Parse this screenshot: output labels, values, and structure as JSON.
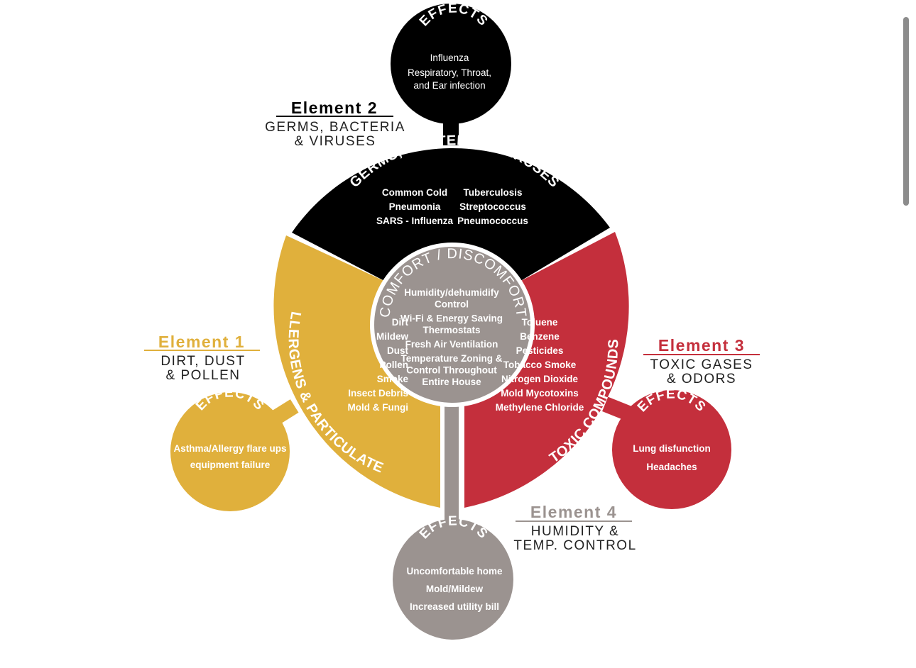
{
  "colors": {
    "black": "#000000",
    "yellow": "#e0b03c",
    "red": "#c42f3c",
    "gray": "#9b9390",
    "white": "#ffffff",
    "text_dark": "#222222"
  },
  "center": {
    "title": "COMFORT / DISCOMFORT",
    "items": [
      [
        "Humidity/dehumidify",
        "Control"
      ],
      [
        "Wi-Fi & Energy Saving",
        "Thermostats"
      ],
      [
        "Fresh Air Ventilation"
      ],
      [
        "Temperature Zoning &",
        "Control Throughout",
        "Entire House"
      ]
    ]
  },
  "germs": {
    "arc_title": "GERMS, BACTERIA & VIRUSES",
    "col1": [
      "Common Cold",
      "Pneumonia",
      "SARS - Influenza"
    ],
    "col2": [
      "Tuberculosis",
      "Streptococcus",
      "Pneumococcus"
    ],
    "element_title": "Element 2",
    "element_sub": [
      "GERMS, BACTERIA",
      "& VIRUSES"
    ],
    "effects_title": "EFFECTS",
    "effects": [
      [
        "Influenza"
      ],
      [
        "Respiratory, Throat,",
        "and Ear infection"
      ]
    ]
  },
  "allergens": {
    "arc_title": "ALLERGENS & PARTICULATES",
    "items": [
      "Dirt",
      "Mildew",
      "Dust",
      "Pollen",
      "Smoke",
      "Insect Debris",
      "Mold & Fungi"
    ],
    "element_title": "Element 1",
    "element_sub": [
      "DIRT, DUST",
      "& POLLEN"
    ],
    "effects_title": "EFFECTS",
    "effects": [
      "Asthma/Allergy flare ups",
      "equipment failure"
    ]
  },
  "toxic": {
    "arc_title": "TOXIC COMPOUNDS",
    "items": [
      "Toluene",
      "Benzene",
      "Pesticides",
      "Tobacco Smoke",
      "Nitrogen Dioxide",
      "Mold Mycotoxins",
      "Methylene Chloride"
    ],
    "element_title": "Element 3",
    "element_sub": [
      "TOXIC GASES",
      "& ODORS"
    ],
    "effects_title": "EFFECTS",
    "effects": [
      "Lung disfunction",
      "Headaches"
    ]
  },
  "humidity": {
    "element_title": "Element 4",
    "element_sub": [
      "HUMIDITY &",
      "TEMP. CONTROL"
    ],
    "effects_title": "EFFECTS",
    "effects": [
      "Uncomfortable home",
      "Mold/Mildew",
      "Increased utility bill"
    ]
  }
}
